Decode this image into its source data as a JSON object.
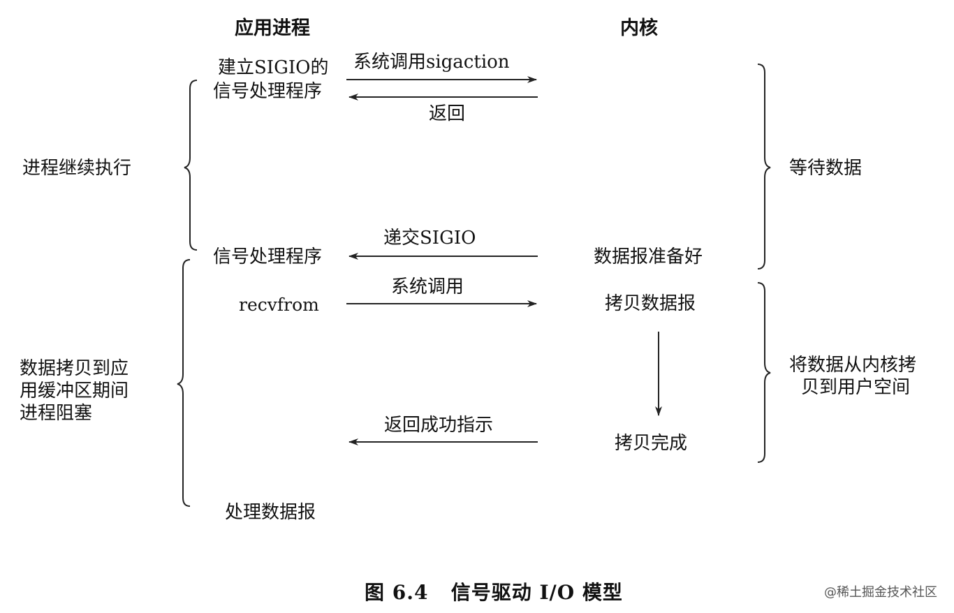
{
  "headers": {
    "app_process": "应用进程",
    "kernel": "内核"
  },
  "app_steps": {
    "setup_line1": "建立SIGIO的",
    "setup_line2": "信号处理程序",
    "signal_handler": "信号处理程序",
    "recvfrom": "recvfrom",
    "process_datagram": "处理数据报"
  },
  "messages": {
    "syscall_sigaction": "系统调用sigaction",
    "return": "返回",
    "deliver_sigio": "递交SIGIO",
    "syscall": "系统调用",
    "return_success": "返回成功指示"
  },
  "kernel_steps": {
    "datagram_ready": "数据报准备好",
    "copy_datagram": "拷贝数据报",
    "copy_complete": "拷贝完成"
  },
  "left_phases": {
    "continue": "进程继续执行",
    "blocked_line1": "数据拷贝到应",
    "blocked_line2": "用缓冲区期间",
    "blocked_line3": "进程阻塞"
  },
  "right_phases": {
    "wait": "等待数据",
    "copy_line1": "将数据从内核拷",
    "copy_line2": "贝到用户空间"
  },
  "caption": "图 6.4   信号驱动 I/O 模型",
  "watermark": "@稀土掘金技术社区",
  "stroke_color": "#222222"
}
